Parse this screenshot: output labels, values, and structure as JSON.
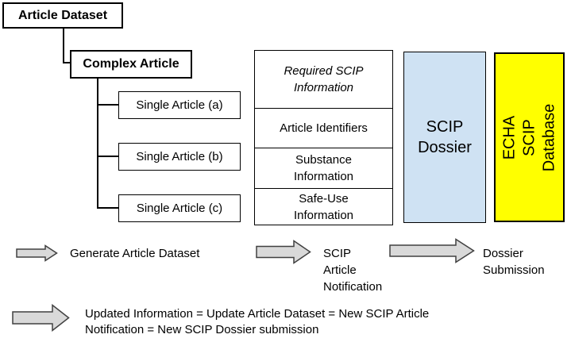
{
  "tree": {
    "article_dataset_label": "Article Dataset",
    "complex_article_label": "Complex Article",
    "single_articles": [
      "Single Article (a)",
      "Single Article (b)",
      "Single Article (c)"
    ]
  },
  "info_panel": {
    "header": "Required SCIP Information",
    "rows": [
      "Article Identifiers",
      "Substance Information",
      "Safe-Use Information"
    ]
  },
  "dossier_box_label": "SCIP Dossier",
  "database_box_label": "ECHA SCIP Database",
  "flow": {
    "step1_label": "Generate Article Dataset",
    "step2_label": "SCIP Article Notification",
    "step3_label": "Dossier Submission",
    "update_note": "Updated Information = Update Article Dataset = New SCIP Article Notification = New SCIP Dossier submission"
  },
  "colors": {
    "dossier_fill": "#cfe2f3",
    "database_fill": "#ffff00",
    "arrow_fill": "#d9d9d9",
    "border": "#000000"
  }
}
